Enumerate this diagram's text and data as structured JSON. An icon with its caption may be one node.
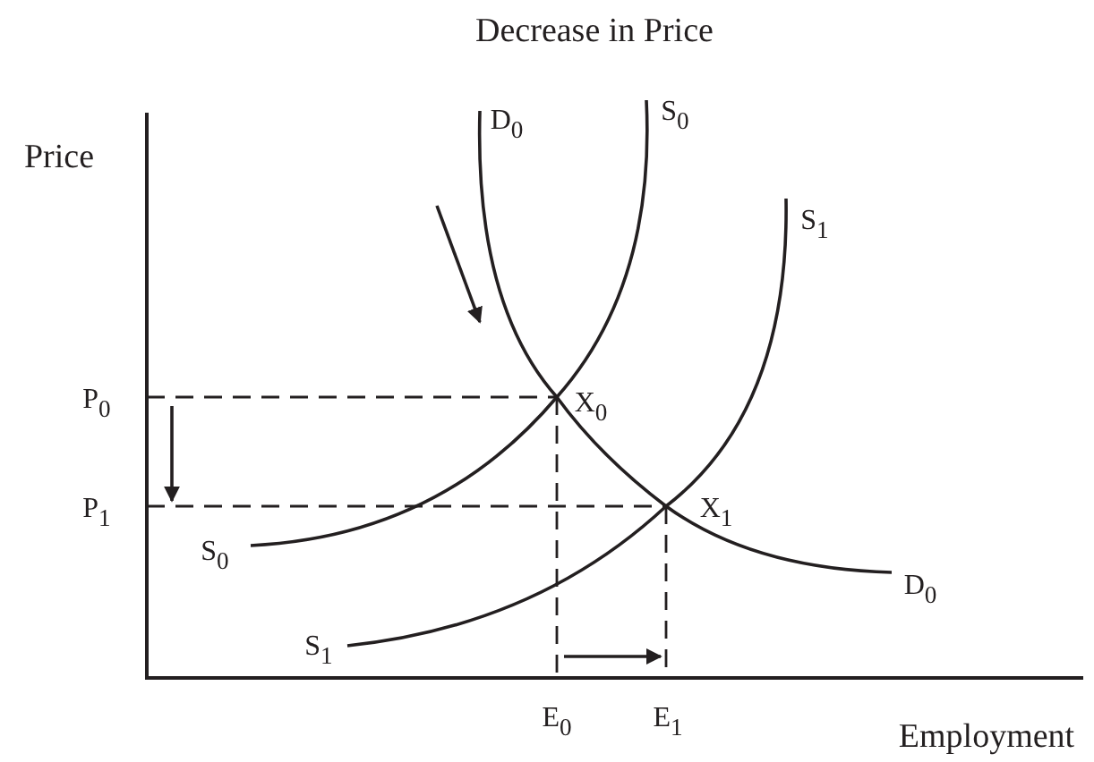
{
  "diagram": {
    "title": "Decrease in Price",
    "labels": [
      "Price",
      "D$_{0}$",
      "S$_{0}$",
      "S$_{1}$",
      "P$_{0}$",
      "X$_{0}$",
      "P$_{1}$",
      "X$_{1}$",
      "S$_{0}$",
      "D$_{0}$",
      "S$_{1}$",
      "E$_{0}$",
      "E$_{1}$",
      "Employment"
    ]
  }
}
